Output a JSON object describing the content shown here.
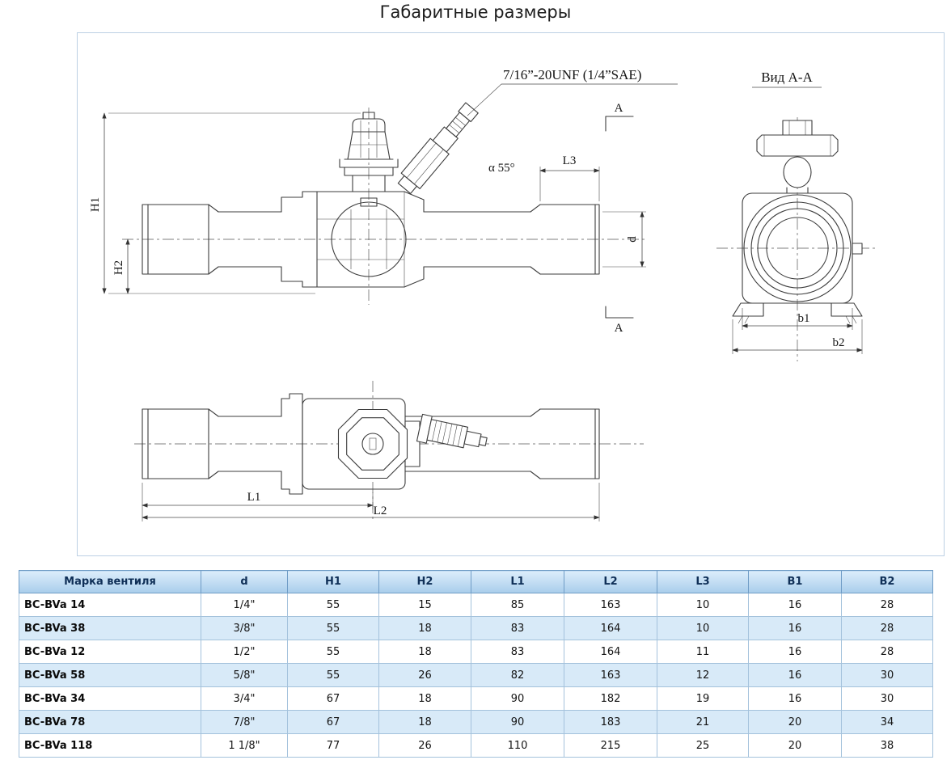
{
  "page": {
    "title": "Габаритные размеры"
  },
  "drawing": {
    "labels": {
      "thread": "7/16”-20UNF (1/4”SAE)",
      "angle": "α 55°",
      "view": "Вид А-А",
      "section_a": "A",
      "h1": "H1",
      "h2": "H2",
      "l1": "L1",
      "l2": "L2",
      "l3": "L3",
      "d": "d",
      "b1": "b1",
      "b2": "b2"
    }
  },
  "table": {
    "headers": [
      "Марка вентиля",
      "d",
      "H1",
      "H2",
      "L1",
      "L2",
      "L3",
      "B1",
      "B2"
    ],
    "rows": [
      [
        "BC-BVa 14",
        "1/4\"",
        "55",
        "15",
        "85",
        "163",
        "10",
        "16",
        "28"
      ],
      [
        "BC-BVa 38",
        "3/8\"",
        "55",
        "18",
        "83",
        "164",
        "10",
        "16",
        "28"
      ],
      [
        "BC-BVa 12",
        "1/2\"",
        "55",
        "18",
        "83",
        "164",
        "11",
        "16",
        "28"
      ],
      [
        "BC-BVa 58",
        "5/8\"",
        "55",
        "26",
        "82",
        "163",
        "12",
        "16",
        "30"
      ],
      [
        "BC-BVa 34",
        "3/4\"",
        "67",
        "18",
        "90",
        "182",
        "19",
        "16",
        "30"
      ],
      [
        "BC-BVa 78",
        "7/8\"",
        "67",
        "18",
        "90",
        "183",
        "21",
        "20",
        "34"
      ],
      [
        "BC-BVa 118",
        "1 1/8\"",
        "77",
        "26",
        "110",
        "215",
        "25",
        "20",
        "38"
      ]
    ]
  }
}
